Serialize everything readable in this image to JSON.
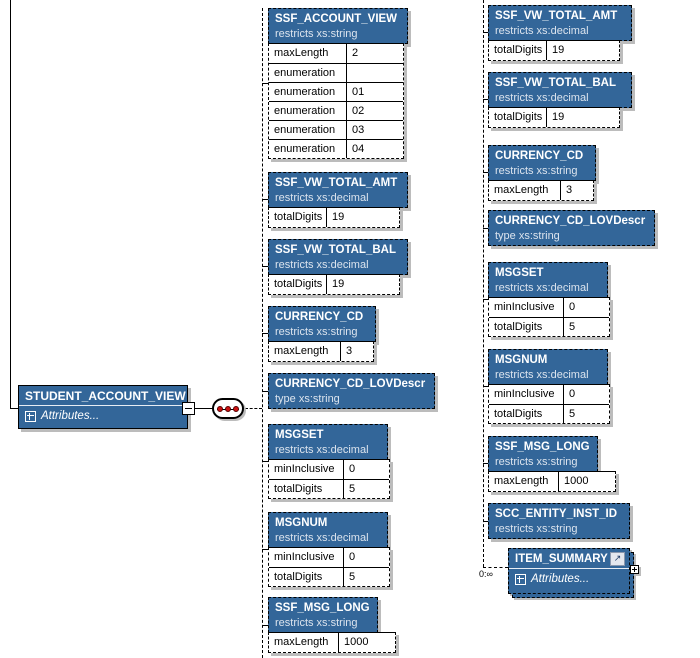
{
  "colors": {
    "header_bg": "#336699",
    "title_text": "#ffffff",
    "annotation_text": "#dce4ee",
    "connector_dot": "#cc1111",
    "shadow": "#bcbcbc"
  },
  "root": {
    "name": "STUDENT_ACCOUNT_VIEW",
    "attributes_label": "Attributes..."
  },
  "item_summary": {
    "name": "ITEM_SUMMARY",
    "attributes_label": "Attributes...",
    "occurrence": "0:∞"
  },
  "columns": {
    "middle": [
      {
        "name": "SSF_ACCOUNT_VIEW",
        "annotation": "restricts xs:string",
        "facets": [
          {
            "label": "maxLength",
            "value": "2"
          },
          {
            "label": "enumeration",
            "value": ""
          },
          {
            "label": "enumeration",
            "value": "01"
          },
          {
            "label": "enumeration",
            "value": "02"
          },
          {
            "label": "enumeration",
            "value": "03"
          },
          {
            "label": "enumeration",
            "value": "04"
          }
        ]
      },
      {
        "name": "SSF_VW_TOTAL_AMT",
        "annotation": "restricts xs:decimal",
        "facets": [
          {
            "label": "totalDigits",
            "value": "19"
          }
        ]
      },
      {
        "name": "SSF_VW_TOTAL_BAL",
        "annotation": "restricts xs:decimal",
        "facets": [
          {
            "label": "totalDigits",
            "value": "19"
          }
        ]
      },
      {
        "name": "CURRENCY_CD",
        "annotation": "restricts xs:string",
        "facets": [
          {
            "label": "maxLength",
            "value": "3"
          }
        ]
      },
      {
        "name": "CURRENCY_CD_LOVDescr",
        "annotation": "type xs:string",
        "facets": []
      },
      {
        "name": "MSGSET",
        "annotation": "restricts xs:decimal",
        "facets": [
          {
            "label": "minInclusive",
            "value": "0"
          },
          {
            "label": "totalDigits",
            "value": "5"
          }
        ]
      },
      {
        "name": "MSGNUM",
        "annotation": "restricts xs:decimal",
        "facets": [
          {
            "label": "minInclusive",
            "value": "0"
          },
          {
            "label": "totalDigits",
            "value": "5"
          }
        ]
      },
      {
        "name": "SSF_MSG_LONG",
        "annotation": "restricts xs:string",
        "facets": [
          {
            "label": "maxLength",
            "value": "1000"
          }
        ]
      }
    ],
    "right": [
      {
        "name": "SSF_VW_TOTAL_AMT",
        "annotation": "restricts xs:decimal",
        "facets": [
          {
            "label": "totalDigits",
            "value": "19"
          }
        ]
      },
      {
        "name": "SSF_VW_TOTAL_BAL",
        "annotation": "restricts xs:decimal",
        "facets": [
          {
            "label": "totalDigits",
            "value": "19"
          }
        ]
      },
      {
        "name": "CURRENCY_CD",
        "annotation": "restricts xs:string",
        "facets": [
          {
            "label": "maxLength",
            "value": "3"
          }
        ]
      },
      {
        "name": "CURRENCY_CD_LOVDescr",
        "annotation": "type xs:string",
        "facets": []
      },
      {
        "name": "MSGSET",
        "annotation": "restricts xs:decimal",
        "facets": [
          {
            "label": "minInclusive",
            "value": "0"
          },
          {
            "label": "totalDigits",
            "value": "5"
          }
        ]
      },
      {
        "name": "MSGNUM",
        "annotation": "restricts xs:decimal",
        "facets": [
          {
            "label": "minInclusive",
            "value": "0"
          },
          {
            "label": "totalDigits",
            "value": "5"
          }
        ]
      },
      {
        "name": "SSF_MSG_LONG",
        "annotation": "restricts xs:string",
        "facets": [
          {
            "label": "maxLength",
            "value": "1000"
          }
        ]
      },
      {
        "name": "SCC_ENTITY_INST_ID",
        "annotation": "restricts xs:string",
        "facets": []
      }
    ]
  }
}
